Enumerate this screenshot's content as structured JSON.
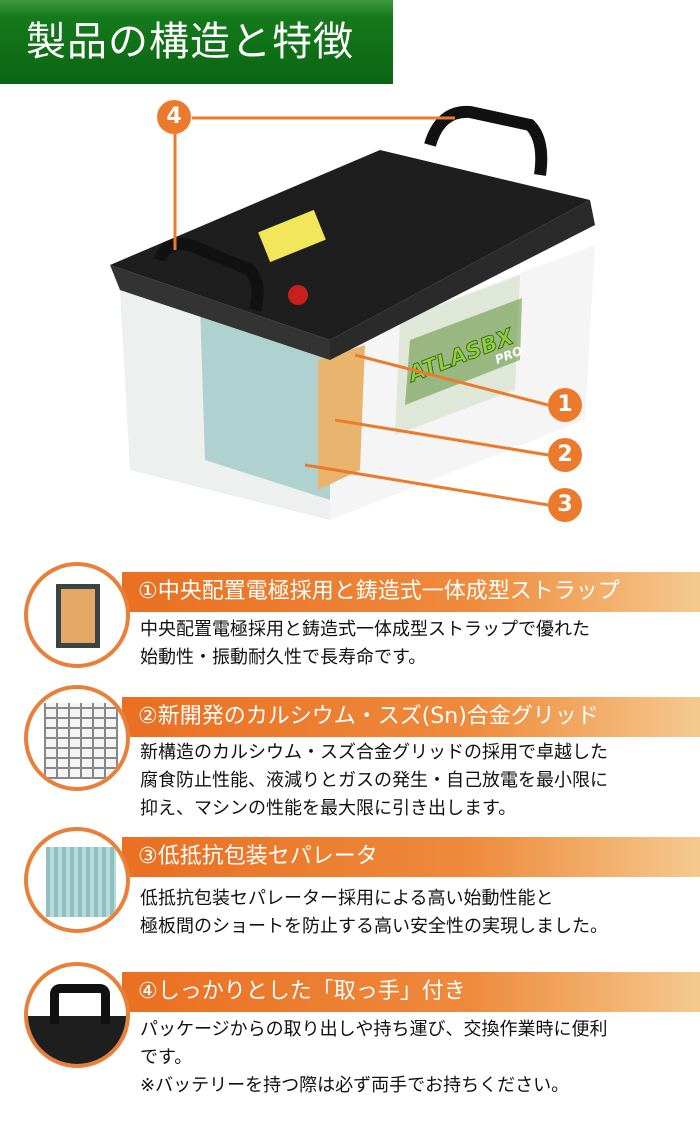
{
  "header": {
    "title": "製品の構造と特徴"
  },
  "callouts": [
    "1",
    "2",
    "3",
    "4"
  ],
  "battery": {
    "brand": "ATLASBX",
    "model": "PRO"
  },
  "sections": [
    {
      "title": "①中央配置電極採用と鋳造式一体成型ストラップ",
      "lines": [
        "中央配置電極採用と鋳造式一体成型ストラップで優れた",
        "始動性・振動耐久性で長寿命です。"
      ]
    },
    {
      "title": "②新開発のカルシウム・スズ(Sn)合金グリッド",
      "lines": [
        "新構造のカルシウム・スズ合金グリッドの採用で卓越した",
        "腐食防止性能、液減りとガスの発生・自己放電を最小限に",
        "抑え、マシンの性能を最大限に引き出します。"
      ]
    },
    {
      "title": "③低抵抗包装セパレータ",
      "lines": [
        "低抵抗包装セパレーター採用による高い始動性能と",
        "極板間のショートを防止する高い安全性の実現しました。"
      ]
    },
    {
      "title": "④しっかりとした「取っ手」付き",
      "lines": [
        "パッケージからの取り出しや持ち運び、交換作業時に便利",
        "です。",
        "※バッテリーを持つ際は必ず両手でお持ちください。"
      ]
    }
  ],
  "colors": {
    "green": "#0a6512",
    "orange": "#ec7a2c"
  }
}
